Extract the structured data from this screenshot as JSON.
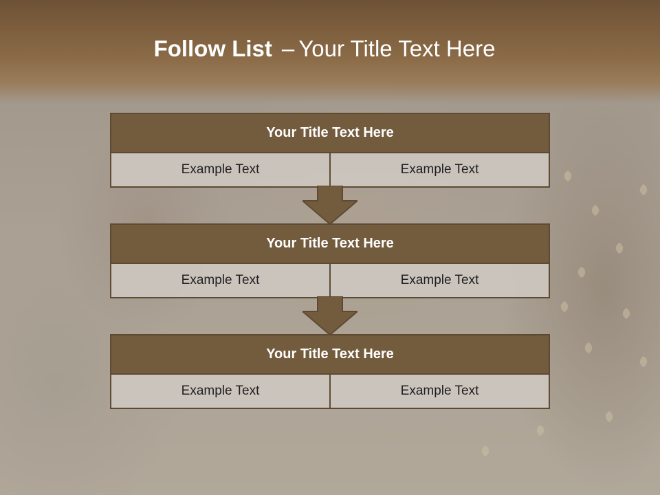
{
  "slide": {
    "title_bold": "Follow List",
    "title_separator": "–",
    "title_rest": "Your Title Text Here"
  },
  "blocks": [
    {
      "title": "Your Title Text Here",
      "left": "Example Text",
      "right": "Example Text"
    },
    {
      "title": "Your Title Text Here",
      "left": "Example Text",
      "right": "Example Text"
    },
    {
      "title": "Your Title Text Here",
      "left": "Example Text",
      "right": "Example Text"
    }
  ],
  "colors": {
    "header": "#7a5c3c",
    "block_title": "#735b3d",
    "block_border": "#5e4a33",
    "cell": "#cdc7c0",
    "arrow": "#735b3d"
  }
}
